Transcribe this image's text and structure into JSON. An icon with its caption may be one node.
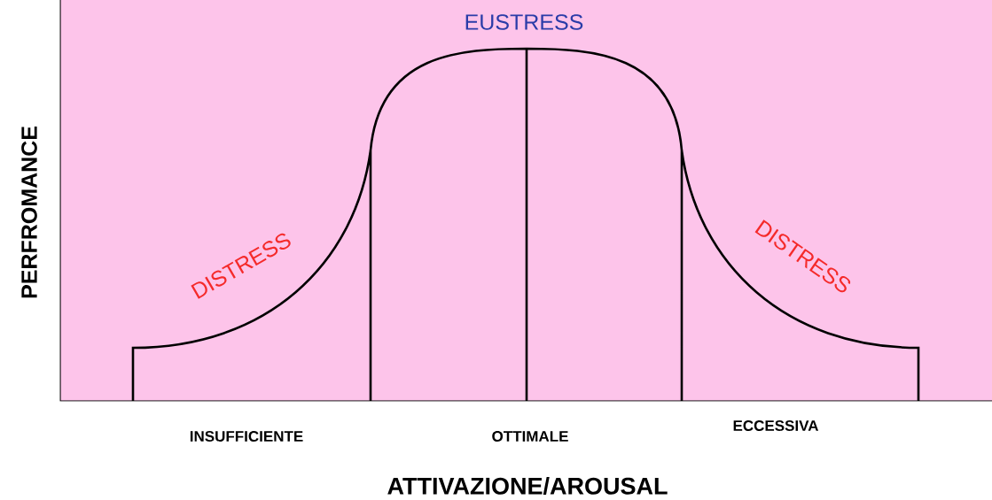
{
  "diagram": {
    "labels": [
      "EUSTRESS",
      "DISTRESS",
      "DISTRESS",
      "PERFROMANCE",
      "INSUFFICIENTE",
      "OTTIMALE",
      "ECCESSIVA",
      "ATTIVAZIONE/AROUSAL"
    ]
  }
}
